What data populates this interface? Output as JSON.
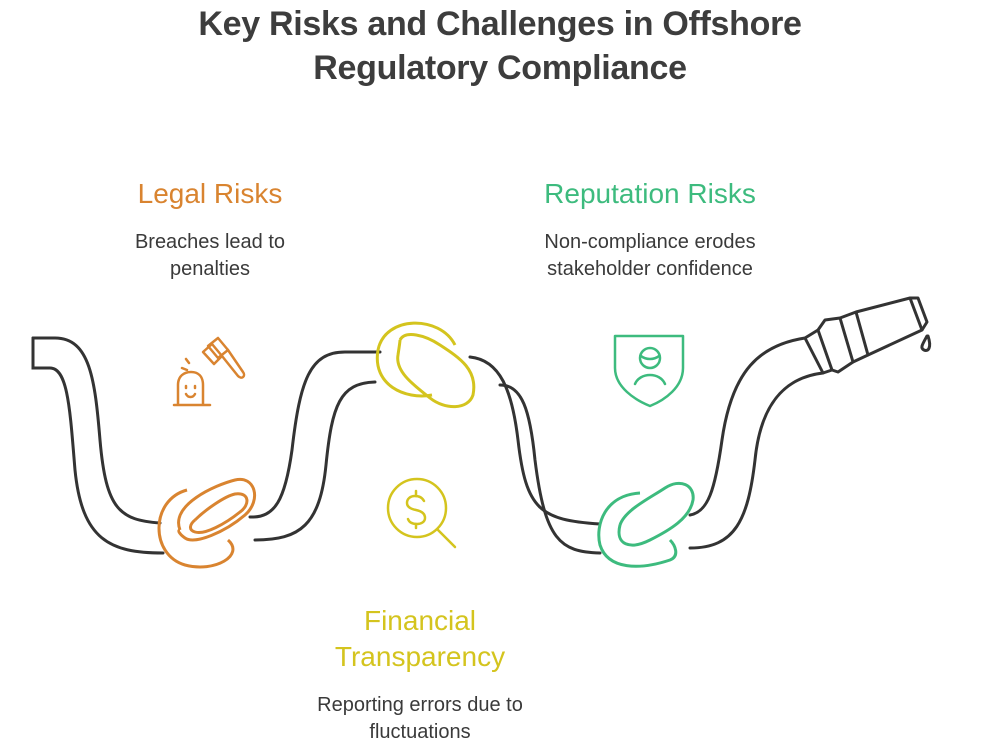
{
  "title": {
    "line1": "Key Risks and Challenges in Offshore",
    "line2": "Regulatory Compliance"
  },
  "colors": {
    "legal": "#D98430",
    "financial": "#D4C41E",
    "reputation": "#3DBB7E",
    "hose": "#333333",
    "text": "#3a3a3a"
  },
  "sections": [
    {
      "id": "legal",
      "heading": "Legal Risks",
      "description_line1": "Breaches lead to",
      "description_line2": "penalties",
      "icon": "gavel-icon"
    },
    {
      "id": "financial",
      "heading_line1": "Financial",
      "heading_line2": "Transparency",
      "description_line1": "Reporting errors due to",
      "description_line2": "fluctuations",
      "icon": "dollar-magnifier-icon"
    },
    {
      "id": "reputation",
      "heading": "Reputation Risks",
      "description_line1": "Non-compliance erodes",
      "description_line2": "stakeholder confidence",
      "icon": "shield-person-icon"
    }
  ]
}
